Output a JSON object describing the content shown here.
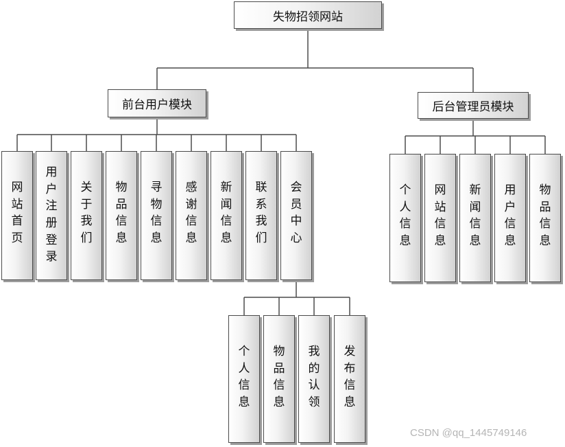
{
  "diagram": {
    "root": "失物招领网站",
    "front_module": "前台用户模块",
    "back_module": "后台管理员模块",
    "front_items": [
      "网站首页",
      "用户注册登录",
      "关于我们",
      "物品信息",
      "寻物信息",
      "感谢信息",
      "新闻信息",
      "联系我们",
      "会员中心"
    ],
    "member_items": [
      "个人信息",
      "物品信息",
      "我的认领",
      "发布信息"
    ],
    "back_items": [
      "个人信息",
      "网站信息",
      "新闻信息",
      "用户信息",
      "物品信息"
    ]
  },
  "watermark": "CSDN @qq_1445749146",
  "colors": {
    "line": "#4a4a4a",
    "box_border": "#4a4a4a",
    "shadow": "#9c9c9c",
    "watermark": "#b5b5b5"
  }
}
